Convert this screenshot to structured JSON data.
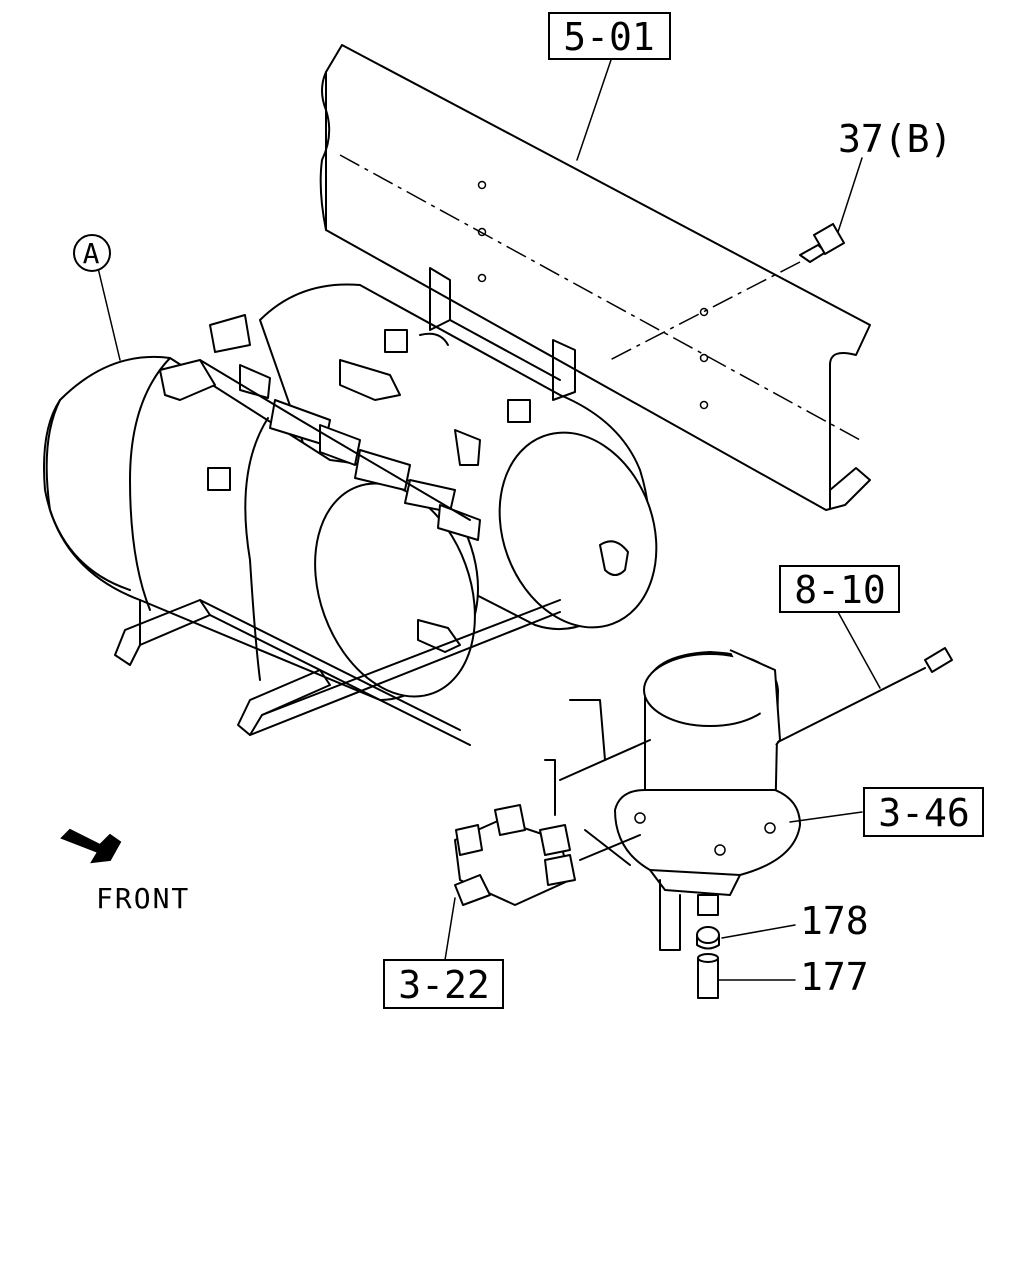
{
  "callouts": {
    "frame_ref": "5-01",
    "bolt_ref": "37(B)",
    "view_ref": "A",
    "harness_ref": "8-10",
    "dryer_ref": "3-46",
    "valve_ref": "3-22",
    "part_178": "178",
    "part_177": "177",
    "front_label": "FRONT"
  }
}
